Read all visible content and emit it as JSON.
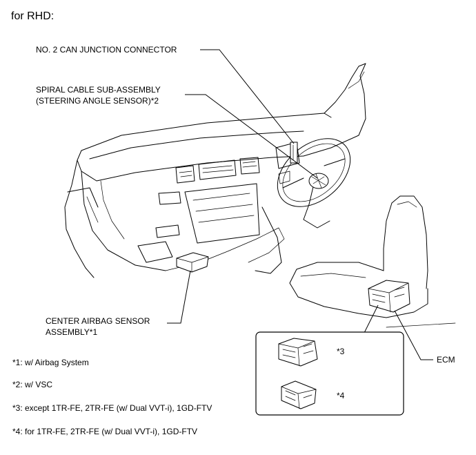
{
  "heading": "for RHD:",
  "callouts": {
    "can_connector": "NO. 2 CAN JUNCTION CONNECTOR",
    "spiral_cable_line1": "SPIRAL CABLE SUB-ASSEMBLY",
    "spiral_cable_line2": "(STEERING ANGLE SENSOR)*2",
    "airbag_sensor_line1": "CENTER AIRBAG SENSOR",
    "airbag_sensor_line2": "ASSEMBLY*1",
    "ecm": "ECM",
    "inset_3": "*3",
    "inset_4": "*4"
  },
  "notes": [
    "*1: w/ Airbag System",
    "*2: w/ VSC",
    "*3: except 1TR-FE, 2TR-FE (w/ Dual VVT-i), 1GD-FTV",
    "*4: for 1TR-FE, 2TR-FE (w/ Dual VVT-i), 1GD-FTV"
  ]
}
